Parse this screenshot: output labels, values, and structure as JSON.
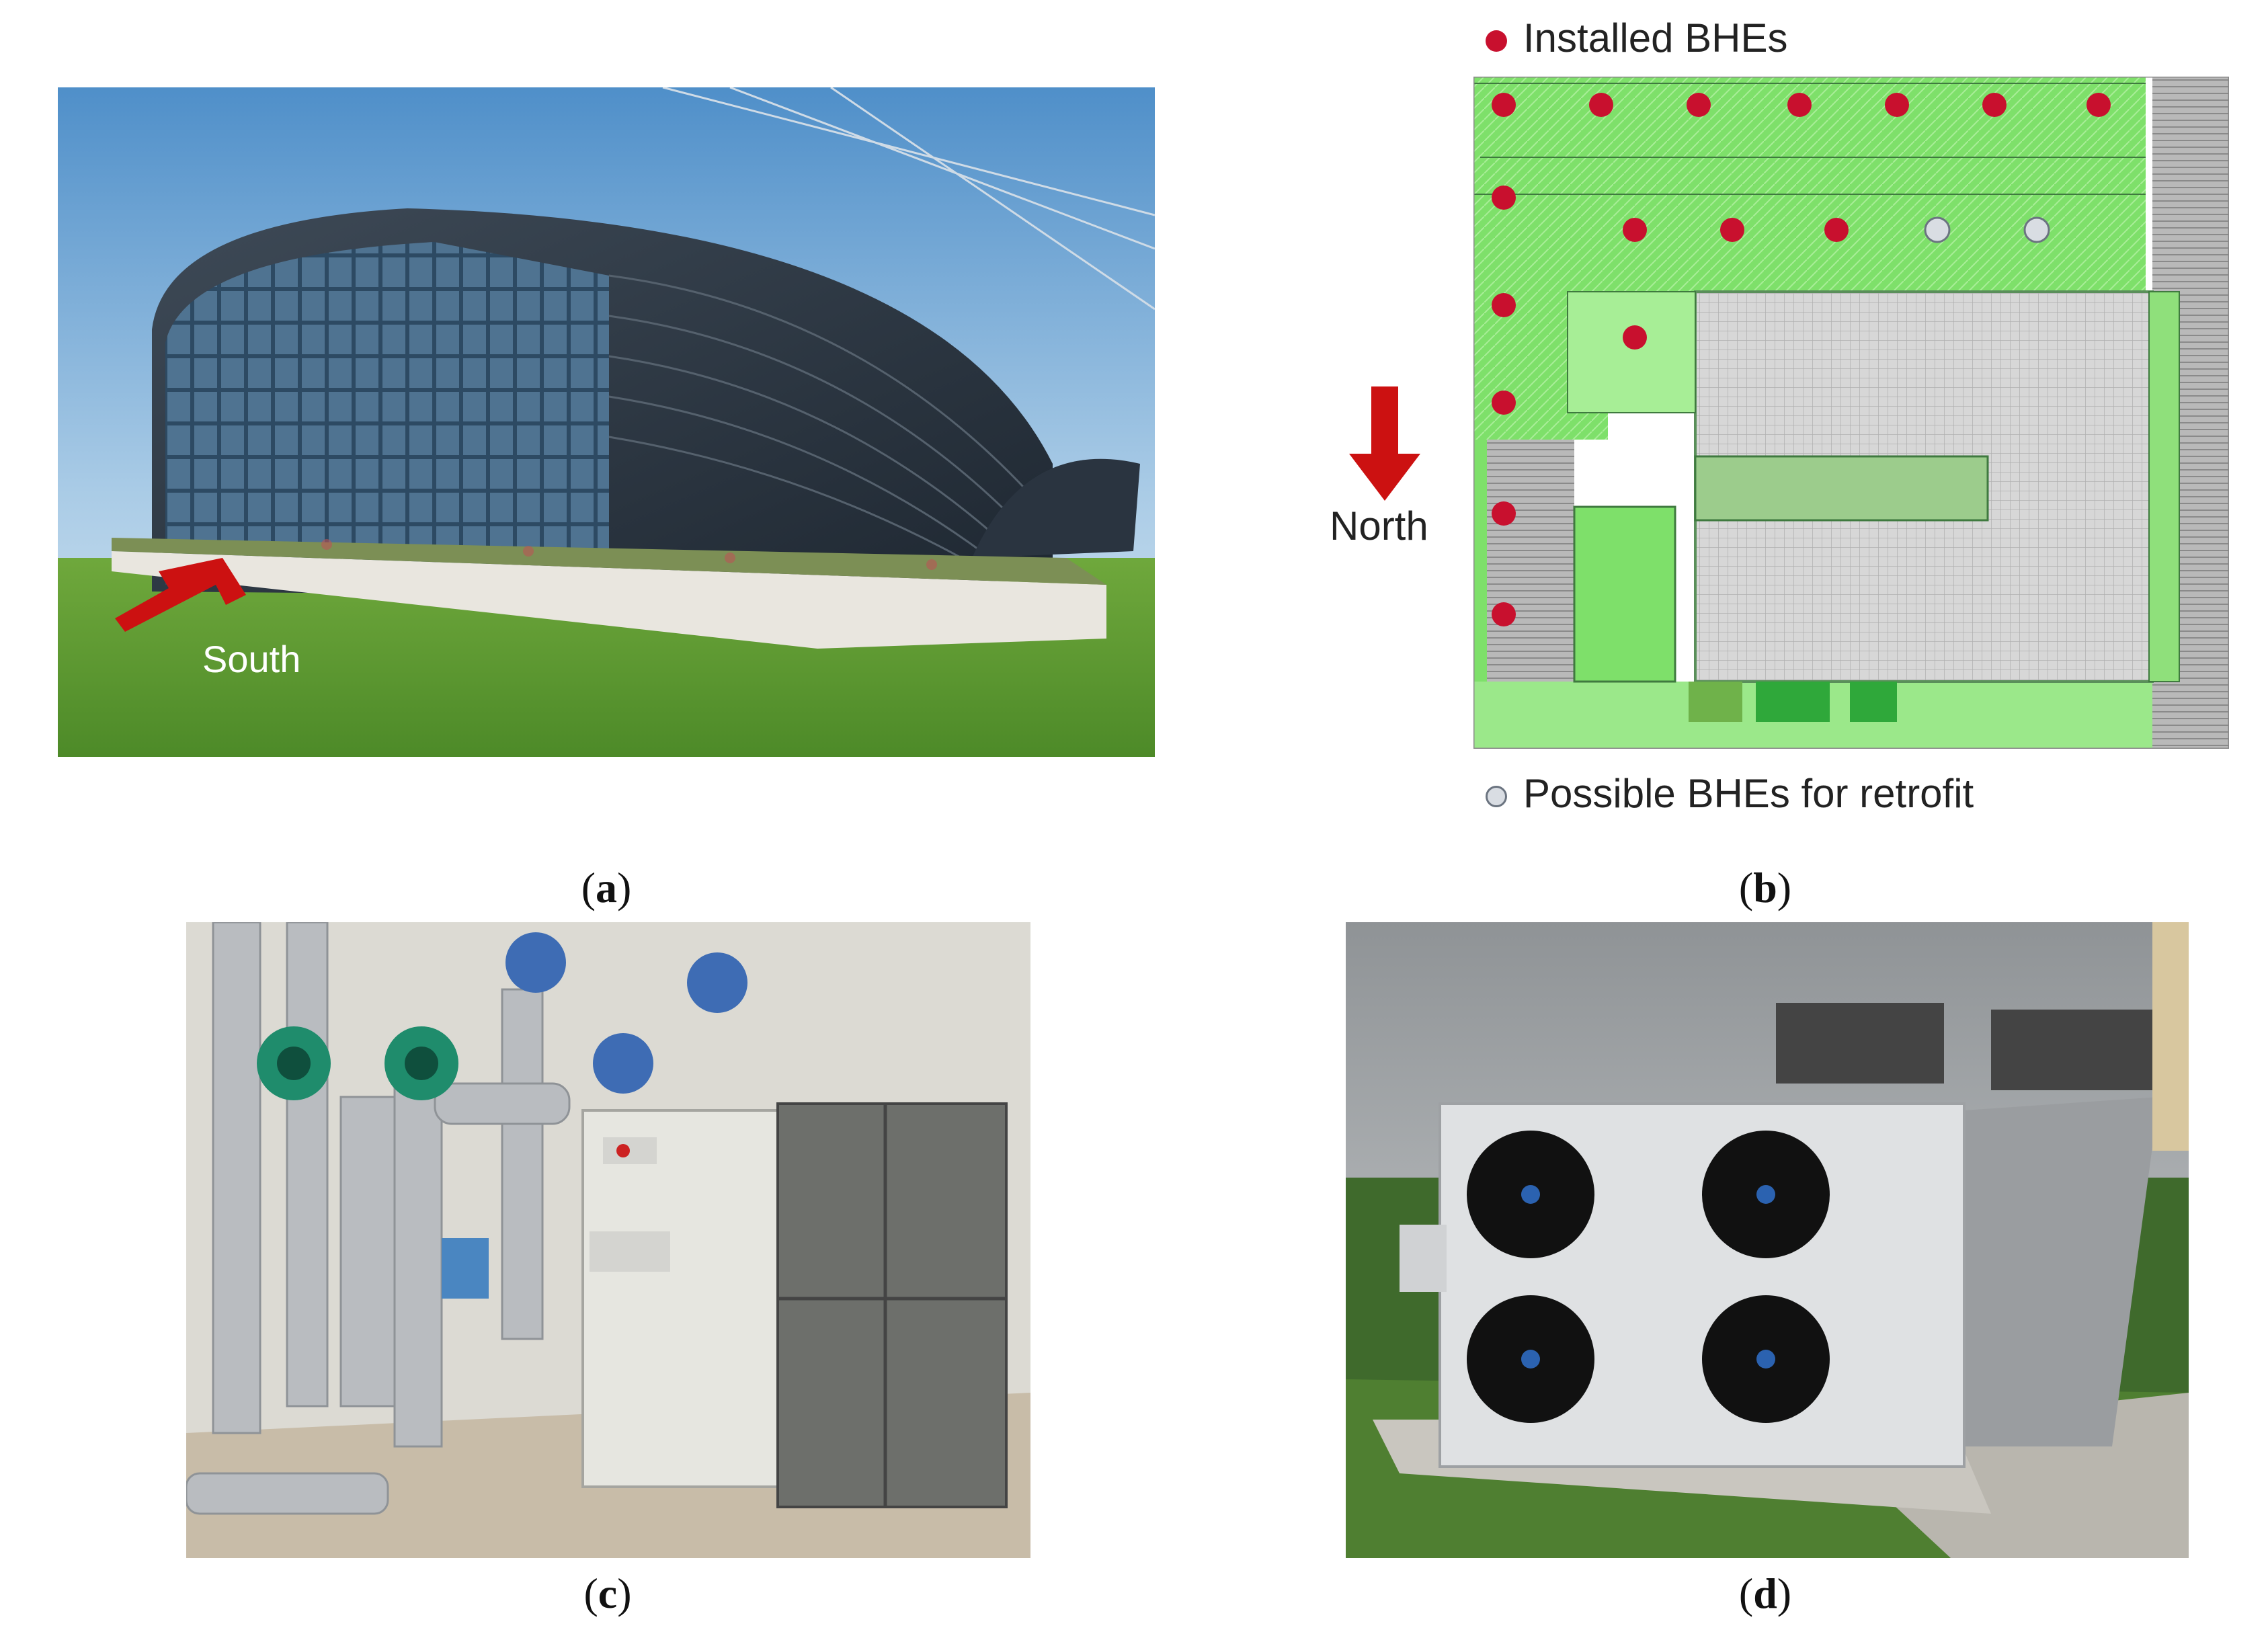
{
  "panels": {
    "a": {
      "caption_letter": "a",
      "arrow_label": "South"
    },
    "b": {
      "caption_letter": "b",
      "legend_installed": "Installed BHEs",
      "legend_possible": "Possible BHEs for retrofit",
      "arrow_label": "North"
    },
    "c": {
      "caption_letter": "c"
    },
    "d": {
      "caption_letter": "d"
    }
  },
  "colors": {
    "installed_bhe": "#c8102e",
    "possible_bhe": "#d9dde3",
    "site_green": "#7ee06a",
    "arrow_red": "#cc1111"
  }
}
